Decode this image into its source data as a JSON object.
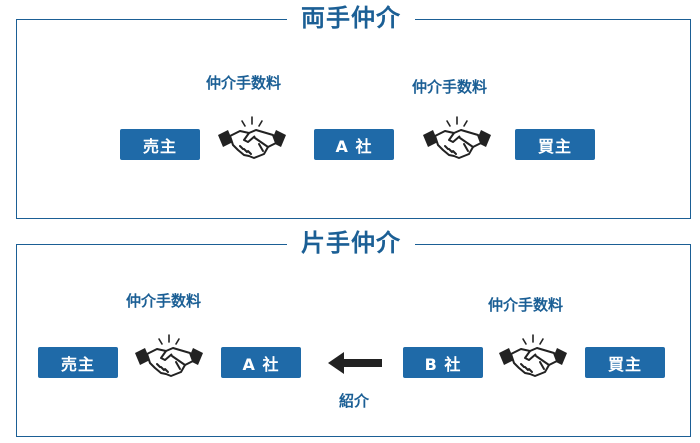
{
  "top": {
    "title": "両手仲介",
    "seller": "売主",
    "agent": "A 社",
    "buyer": "買主",
    "fee_left": "仲介手数料",
    "fee_right": "仲介手数料"
  },
  "bottom": {
    "title": "片手仲介",
    "seller": "売主",
    "agent_a": "A 社",
    "agent_b": "B 社",
    "buyer": "買主",
    "fee_left": "仲介手数料",
    "fee_right": "仲介手数料",
    "referral": "紹介"
  },
  "colors": {
    "box": "#1f6aa8",
    "text": "#1b5f95",
    "icon": "#222222"
  },
  "icons": [
    "handshake-icon",
    "arrow-left-icon"
  ]
}
